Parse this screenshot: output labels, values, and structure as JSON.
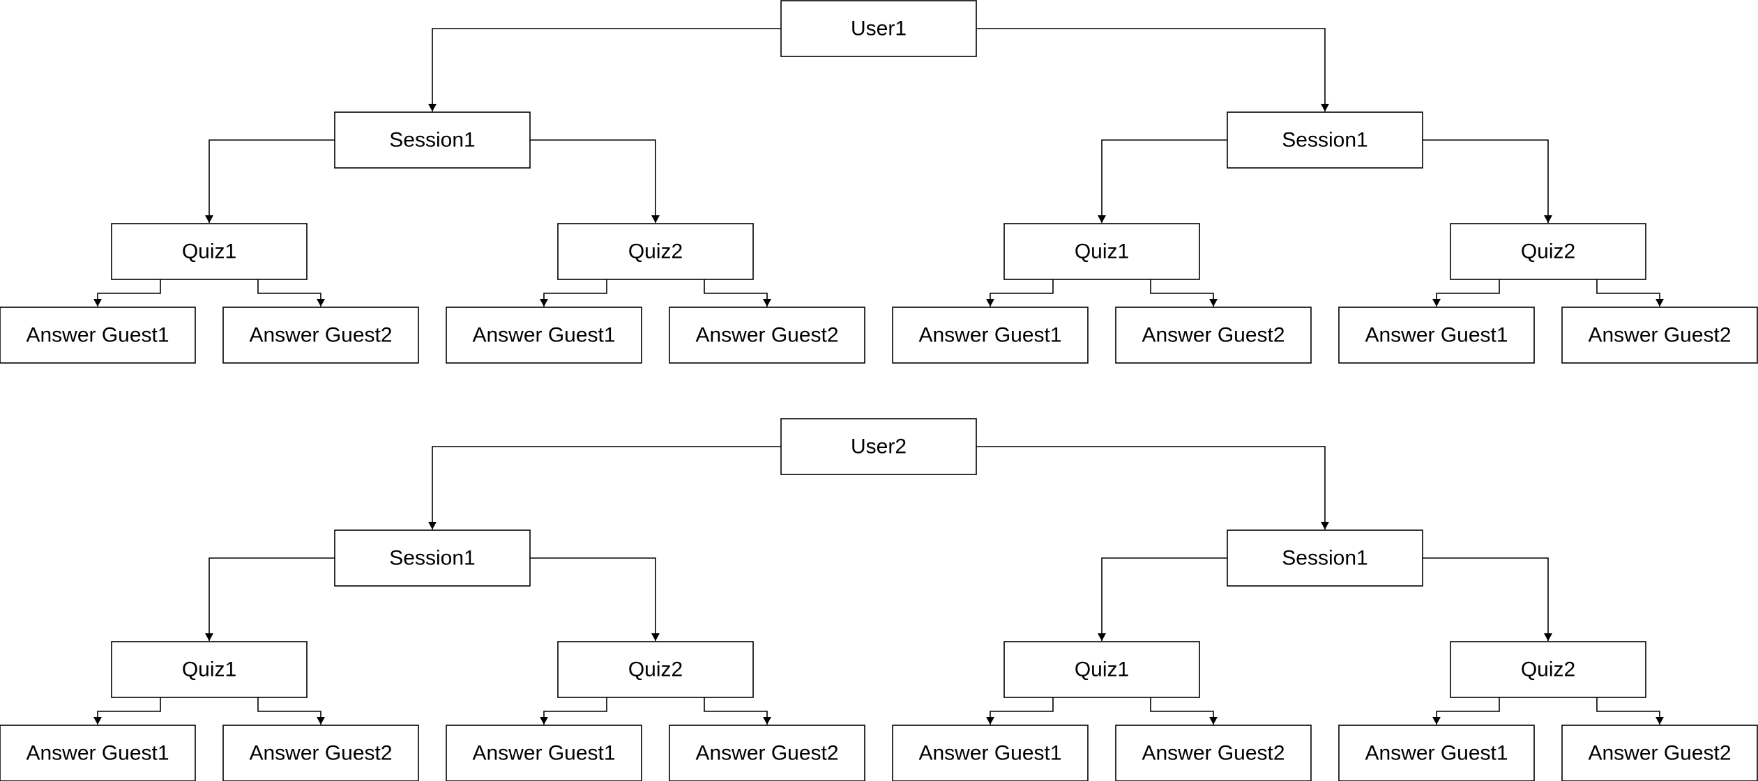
{
  "trees": [
    {
      "label": "User1",
      "sessions": [
        {
          "label": "Session1",
          "quizzes": [
            {
              "label": "Quiz1",
              "answers": [
                "Answer Guest1",
                "Answer Guest2"
              ]
            },
            {
              "label": "Quiz2",
              "answers": [
                "Answer Guest1",
                "Answer Guest2"
              ]
            }
          ]
        },
        {
          "label": "Session1",
          "quizzes": [
            {
              "label": "Quiz1",
              "answers": [
                "Answer Guest1",
                "Answer Guest2"
              ]
            },
            {
              "label": "Quiz2",
              "answers": [
                "Answer Guest1",
                "Answer Guest2"
              ]
            }
          ]
        }
      ]
    },
    {
      "label": "User2",
      "sessions": [
        {
          "label": "Session1",
          "quizzes": [
            {
              "label": "Quiz1",
              "answers": [
                "Answer Guest1",
                "Answer Guest2"
              ]
            },
            {
              "label": "Quiz2",
              "answers": [
                "Answer Guest1",
                "Answer Guest2"
              ]
            }
          ]
        },
        {
          "label": "Session1",
          "quizzes": [
            {
              "label": "Quiz1",
              "answers": [
                "Answer Guest1",
                "Answer Guest2"
              ]
            },
            {
              "label": "Quiz2",
              "answers": [
                "Answer Guest1",
                "Answer Guest2"
              ]
            }
          ]
        }
      ]
    }
  ]
}
